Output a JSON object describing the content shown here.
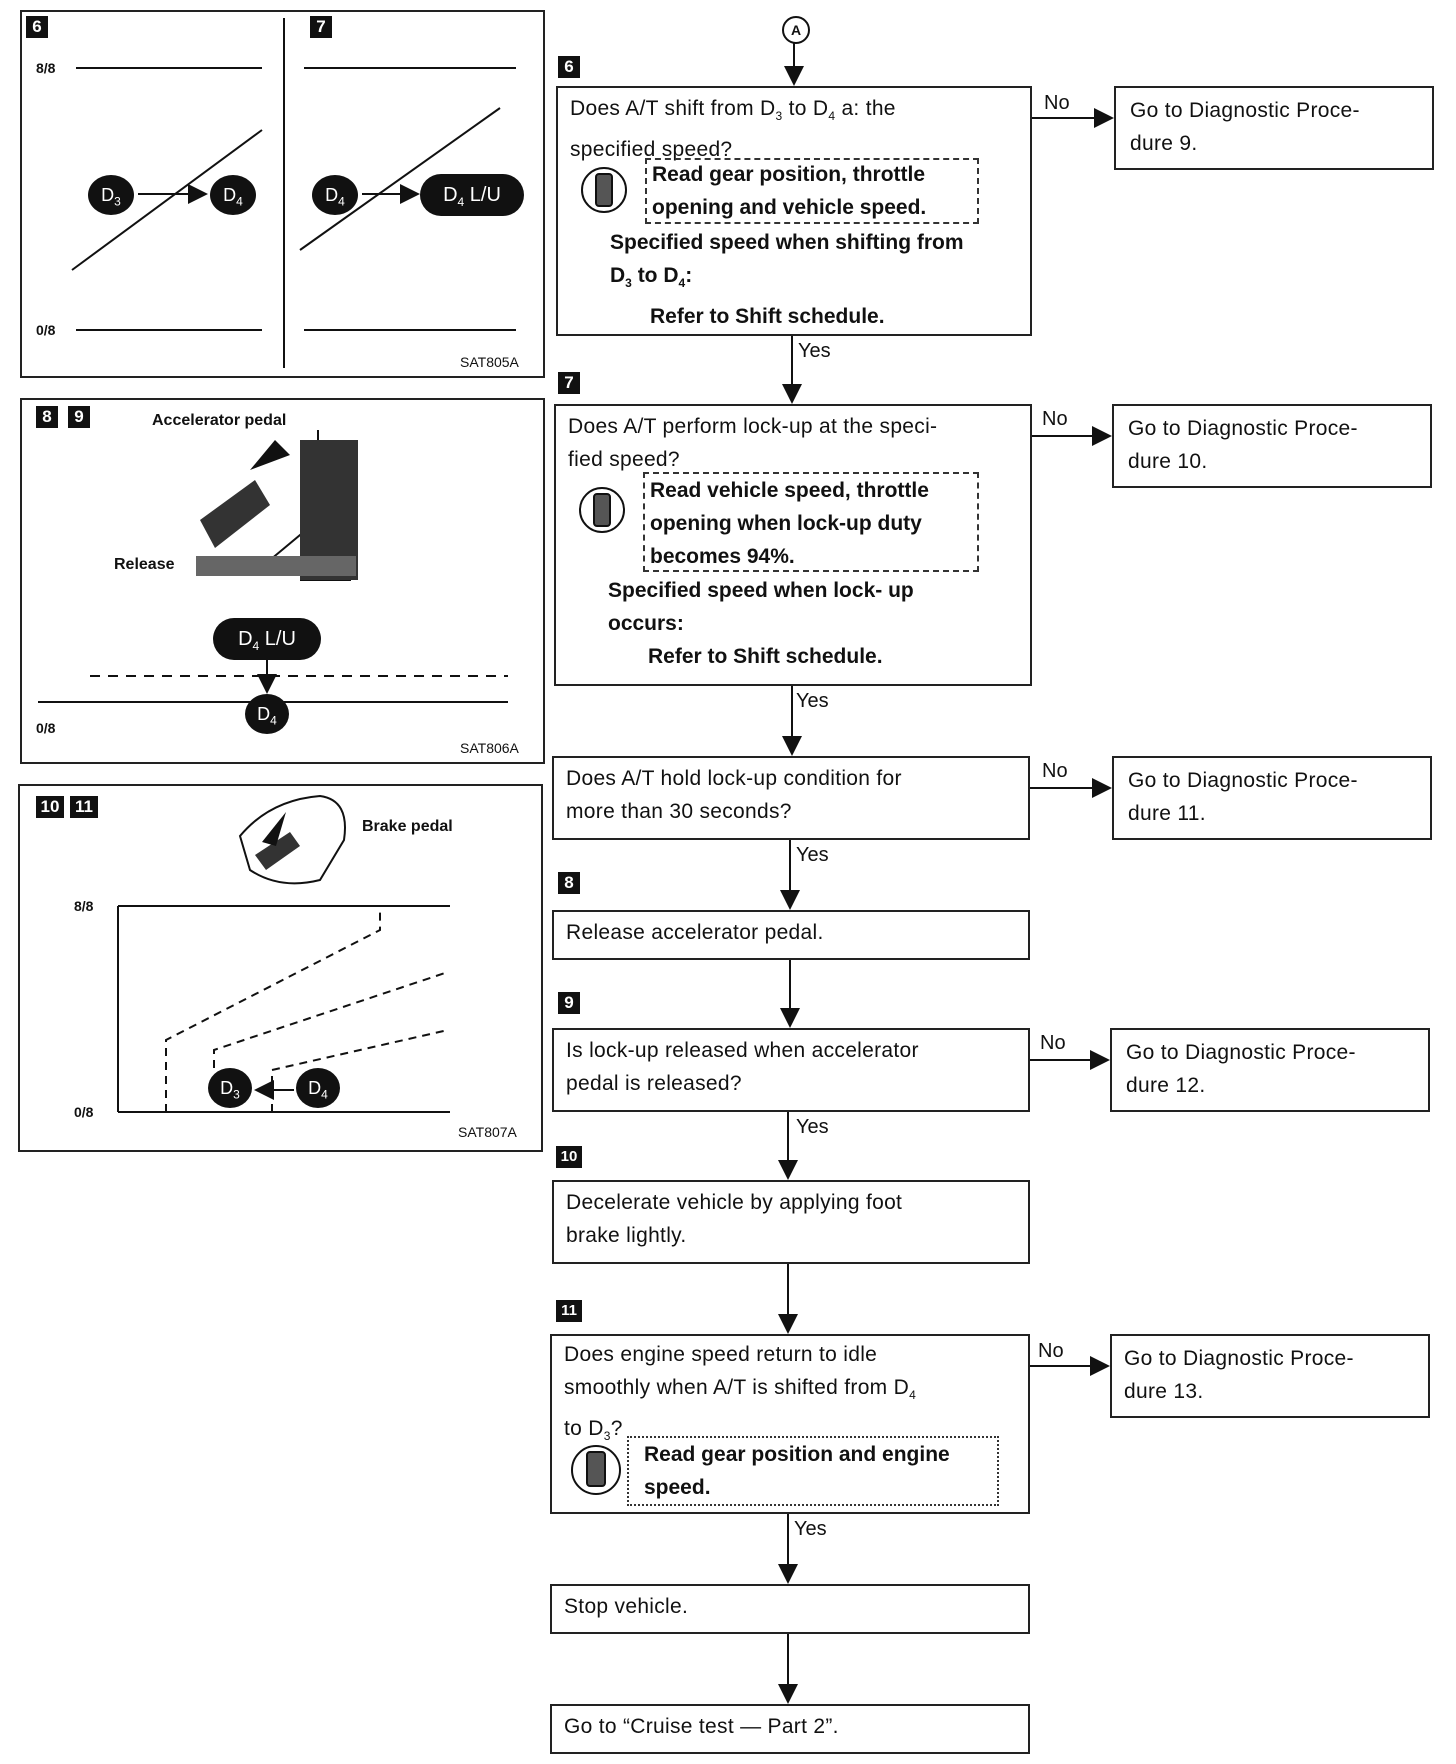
{
  "connector": "A",
  "steps": {
    "s6": {
      "num": "6",
      "q1": "Does A/T shift from D",
      "q1sub": "3",
      "q2": " to D",
      "q2sub": "4",
      "q3": " a: the",
      "q4": "specified speed?",
      "read": [
        "Read gear position, throttle",
        "opening and vehicle speed."
      ],
      "spec1": "Specified speed when shifting from",
      "spec2a": "D",
      "spec2sub1": "3",
      "spec2b": " to D",
      "spec2sub2": "4",
      "spec2c": ":",
      "spec3": "Refer to Shift schedule.",
      "no": "No",
      "yes": "Yes",
      "goto": [
        "Go to Diagnostic Proce-",
        "dure 9."
      ]
    },
    "s7": {
      "num": "7",
      "q": [
        "Does A/T perform lock-up at the speci-",
        "fied speed?"
      ],
      "read": [
        "Read vehicle speed, throttle",
        "opening when lock-up duty",
        "becomes 94%."
      ],
      "spec": [
        "Specified speed when lock- up",
        "occurs:"
      ],
      "spec3": "Refer to Shift schedule.",
      "no": "No",
      "yes": "Yes",
      "goto": [
        "Go to Diagnostic Proce-",
        "dure 10."
      ]
    },
    "s7b": {
      "q": [
        "Does A/T hold lock-up condition for",
        "more than 30 seconds?"
      ],
      "no": "No",
      "yes": "Yes",
      "goto": [
        "Go to Diagnostic Proce-",
        "dure 11."
      ]
    },
    "s8": {
      "num": "8",
      "text": "Release accelerator pedal."
    },
    "s9": {
      "num": "9",
      "q": [
        "Is lock-up released when accelerator",
        "pedal is released?"
      ],
      "no": "No",
      "yes": "Yes",
      "goto": [
        "Go to Diagnostic Proce-",
        "dure 12."
      ]
    },
    "s10": {
      "num": "10",
      "q": [
        "Decelerate vehicle by applying foot",
        "brake lightly."
      ]
    },
    "s11": {
      "num": "11",
      "q1": "Does engine speed return to idle",
      "q2a": "smoothly when A/T is shifted from D",
      "q2sub": "4",
      "q3a": "to D",
      "q3sub": "3",
      "q3b": "?",
      "read": [
        "Read gear position and engine",
        "speed."
      ],
      "no": "No",
      "yes": "Yes",
      "goto": [
        "Go to Diagnostic Proce-",
        "dure 13."
      ]
    },
    "stop": {
      "text": "Stop vehicle."
    },
    "final": {
      "text": "Go to “Cruise test — Part 2”."
    }
  },
  "figures": {
    "f1": {
      "n1": "6",
      "n2": "7",
      "y_top": "8/8",
      "y_bot": "0/8",
      "code": "SAT805A",
      "c_d3": "D",
      "c_d3s": "3",
      "c_d4": "D",
      "c_d4s": "4",
      "c_d4b": "D",
      "c_d4bs": "4",
      "pill": "D",
      "pills": "4",
      "pill2": " L/U"
    },
    "f2": {
      "n1": "8",
      "n2": "9",
      "pedal": "Accelerator pedal",
      "release": "Release",
      "pill": "D",
      "pills": "4",
      "pill2": " L/U",
      "circ": "D",
      "circs": "4",
      "y_bot": "0/8",
      "code": "SAT806A"
    },
    "f3": {
      "n1": "10",
      "n2": "11",
      "pedal": "Brake pedal",
      "y_top": "8/8",
      "y_bot": "0/8",
      "c1": "D",
      "c1s": "3",
      "c2": "D",
      "c2s": "4",
      "code": "SAT807A"
    }
  }
}
